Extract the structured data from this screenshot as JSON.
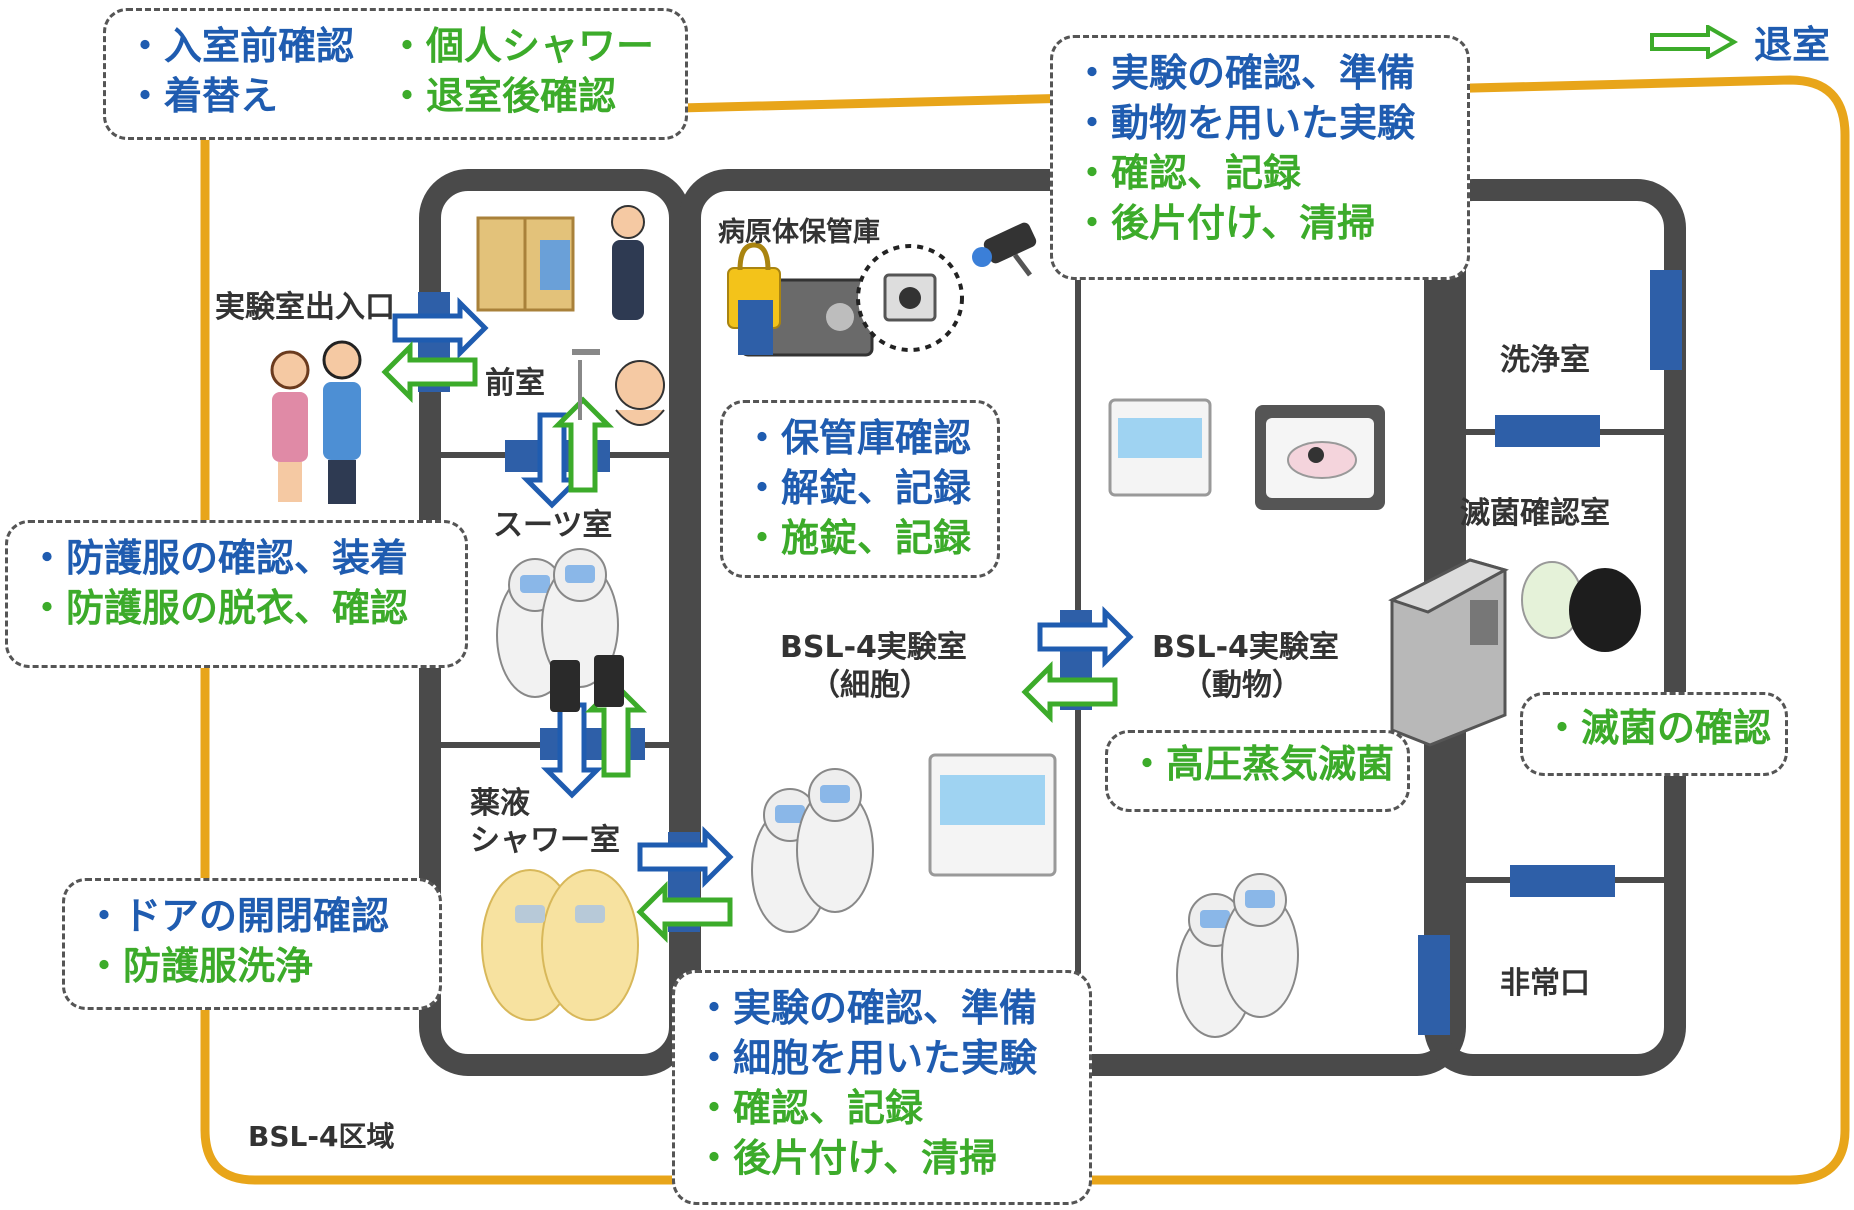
{
  "legend": {
    "label": "退室"
  },
  "zone_label": "BSL-4区域",
  "rooms": {
    "entrance": "実験室出入口",
    "anteroom": "前室",
    "suit_room": "スーツ室",
    "chem_shower": [
      "薬液",
      "シャワー室"
    ],
    "pathogen_storage": "病原体保管庫",
    "bsl4_cell": [
      "BSL-4実験室",
      "（細胞）"
    ],
    "bsl4_animal": [
      "BSL-4実験室",
      "（動物）"
    ],
    "wash_room": "洗浄室",
    "sterilization_check_room": "滅菌確認室",
    "emergency_exit": "非常口"
  },
  "callouts": {
    "entry": {
      "left": [
        {
          "text": "・入室前確認",
          "color": "blue"
        },
        {
          "text": "・着替え",
          "color": "blue"
        }
      ],
      "right": [
        {
          "text": "・個人シャワー",
          "color": "green"
        },
        {
          "text": "・退室後確認",
          "color": "green"
        }
      ]
    },
    "suit": [
      {
        "text": "・防護服の確認、装着",
        "color": "blue"
      },
      {
        "text": "・防護服の脱衣、確認",
        "color": "green"
      }
    ],
    "shower": [
      {
        "text": "・ドアの開閉確認",
        "color": "blue"
      },
      {
        "text": "・防護服洗浄",
        "color": "green"
      }
    ],
    "storage": [
      {
        "text": "・保管庫確認",
        "color": "blue"
      },
      {
        "text": "・解錠、記録",
        "color": "blue"
      },
      {
        "text": "・施錠、記録",
        "color": "green"
      }
    ],
    "animal_lab": [
      {
        "text": "・実験の確認、準備",
        "color": "blue"
      },
      {
        "text": "・動物を用いた実験",
        "color": "blue"
      },
      {
        "text": "・確認、記録",
        "color": "green"
      },
      {
        "text": "・後片付け、清掃",
        "color": "green"
      }
    ],
    "cell_lab": [
      {
        "text": "・実験の確認、準備",
        "color": "blue"
      },
      {
        "text": "・細胞を用いた実験",
        "color": "blue"
      },
      {
        "text": "・確認、記録",
        "color": "green"
      },
      {
        "text": "・後片付け、清掃",
        "color": "green"
      }
    ],
    "autoclave": [
      {
        "text": "・高圧蒸気滅菌",
        "color": "green"
      }
    ],
    "sterilization_check": [
      {
        "text": "・滅菌の確認",
        "color": "green"
      }
    ]
  },
  "icons": [
    "wardrobe-icon",
    "person-standing-icon",
    "two-people-icon",
    "shower-person-icon",
    "safe-lock-icon",
    "monitor-virus-icon",
    "security-camera-icon",
    "suited-workers-icon",
    "radio-icon",
    "biosafety-cabinet-icon",
    "animal-monitor-icon",
    "autoclave-icon",
    "waste-bag-icon",
    "arrow-enter-icon",
    "arrow-exit-icon"
  ],
  "colors": {
    "enter_arrow": "#1f5cb0",
    "exit_arrow": "#3cab2a",
    "zone_border": "#e8a51a",
    "wall": "#4a4a4a",
    "door": "#2e5fa8",
    "blue_text": "#1f5cb0",
    "green_text": "#3cab2a"
  }
}
